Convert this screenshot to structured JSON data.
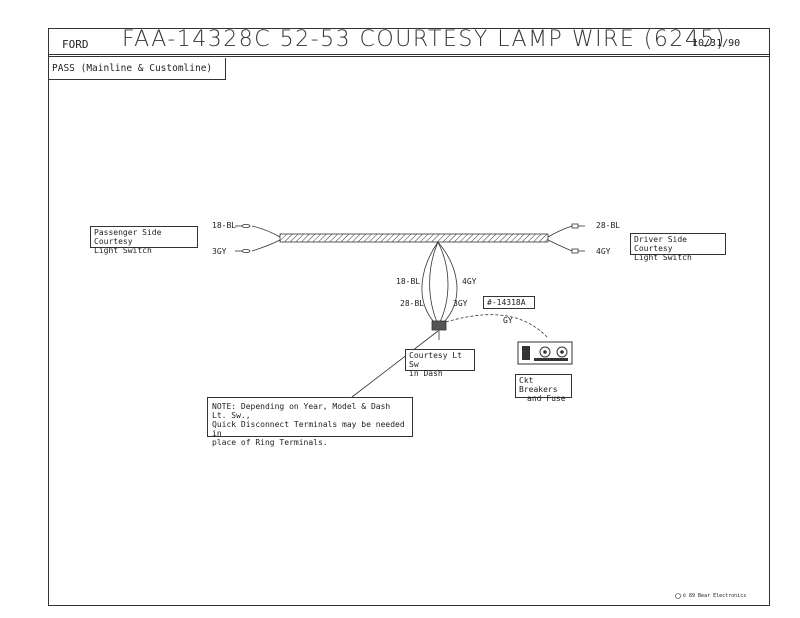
{
  "header": {
    "make": "FORD",
    "title": "FAA-14328C 52-53 COURTESY LAMP WIRE (6245)",
    "date": "10/31/90"
  },
  "section": "PASS (Mainline & Customline)",
  "labels": {
    "pass_switch": [
      "Passenger Side Courtesy",
      "Light Switch"
    ],
    "driver_switch": [
      "Driver Side Courtesy",
      "Light Switch"
    ],
    "left_wire_top": "18-BL",
    "left_wire_bottom": "3GY",
    "right_wire_top": "28-BL",
    "right_wire_bottom": "4GY",
    "center_18bl": "18-BL",
    "center_4gy": "4GY",
    "center_28bl": "28-BL",
    "center_3gy": "3GY",
    "part_tag": "#-14318A",
    "gy": "GY",
    "dash_switch": [
      "Courtesy Lt Sw",
      "in Dash"
    ],
    "breakers": [
      "Ckt Breakers",
      "and Fuse"
    ],
    "note": [
      "NOTE: Depending on Year, Model & Dash Lt. Sw.,",
      "Quick Disconnect Terminals may be needed in",
      "place of Ring Terminals."
    ],
    "copyright": "© 89 Bear Electronics"
  }
}
